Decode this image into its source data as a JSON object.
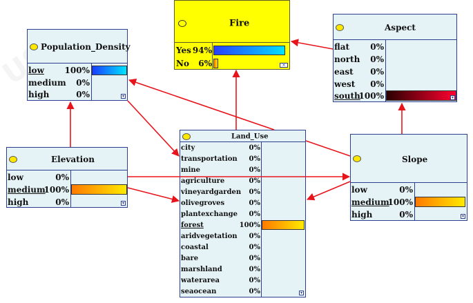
{
  "nodes": {
    "fire": {
      "title": "Fire",
      "states": [
        {
          "label": "Yes",
          "value": "94%",
          "fraction": 0.94
        },
        {
          "label": "No",
          "value": "6%",
          "fraction": 0.06
        }
      ]
    },
    "population_density": {
      "title": "Population_Density",
      "states": [
        {
          "label": "low",
          "value": "100%",
          "fraction": 1.0
        },
        {
          "label": "medium",
          "value": "0%",
          "fraction": 0
        },
        {
          "label": "high",
          "value": "0%",
          "fraction": 0
        }
      ]
    },
    "aspect": {
      "title": "Aspect",
      "states": [
        {
          "label": "flat",
          "value": "0%",
          "fraction": 0
        },
        {
          "label": "north",
          "value": "0%",
          "fraction": 0
        },
        {
          "label": "east",
          "value": "0%",
          "fraction": 0
        },
        {
          "label": "west",
          "value": "0%",
          "fraction": 0
        },
        {
          "label": "south",
          "value": "100%",
          "fraction": 1.0
        }
      ]
    },
    "elevation": {
      "title": "Elevation",
      "states": [
        {
          "label": "low",
          "value": "0%",
          "fraction": 0
        },
        {
          "label": "medium",
          "value": "100%",
          "fraction": 1.0
        },
        {
          "label": "high",
          "value": "0%",
          "fraction": 0
        }
      ]
    },
    "land_use": {
      "title": "Land_Use",
      "states": [
        {
          "label": "city",
          "value": "0%",
          "fraction": 0
        },
        {
          "label": "transportation",
          "value": "0%",
          "fraction": 0
        },
        {
          "label": "mine",
          "value": "0%",
          "fraction": 0
        },
        {
          "label": "agriculture",
          "value": "0%",
          "fraction": 0
        },
        {
          "label": "vineyardgarden",
          "value": "0%",
          "fraction": 0
        },
        {
          "label": "olivegroves",
          "value": "0%",
          "fraction": 0
        },
        {
          "label": "plantexchange",
          "value": "0%",
          "fraction": 0
        },
        {
          "label": "forest",
          "value": "100%",
          "fraction": 1.0
        },
        {
          "label": "aridvegetation",
          "value": "0%",
          "fraction": 0
        },
        {
          "label": "coastal",
          "value": "0%",
          "fraction": 0
        },
        {
          "label": "bare",
          "value": "0%",
          "fraction": 0
        },
        {
          "label": "marshland",
          "value": "0%",
          "fraction": 0
        },
        {
          "label": "waterarea",
          "value": "0%",
          "fraction": 0
        },
        {
          "label": "seaocean",
          "value": "0%",
          "fraction": 0
        }
      ]
    },
    "slope": {
      "title": "Slope",
      "states": [
        {
          "label": "low",
          "value": "0%",
          "fraction": 0
        },
        {
          "label": "medium",
          "value": "100%",
          "fraction": 1.0
        },
        {
          "label": "high",
          "value": "0%",
          "fraction": 0
        }
      ]
    }
  },
  "colors": {
    "arrow": "#e8141c",
    "node_bg": "#e6f3f6",
    "fire_bg": "#ffff00",
    "border": "#2b3d8f",
    "bar_blue": "#1a3cff",
    "bar_orange": "#ffa000",
    "bar_red": "#b30012"
  }
}
